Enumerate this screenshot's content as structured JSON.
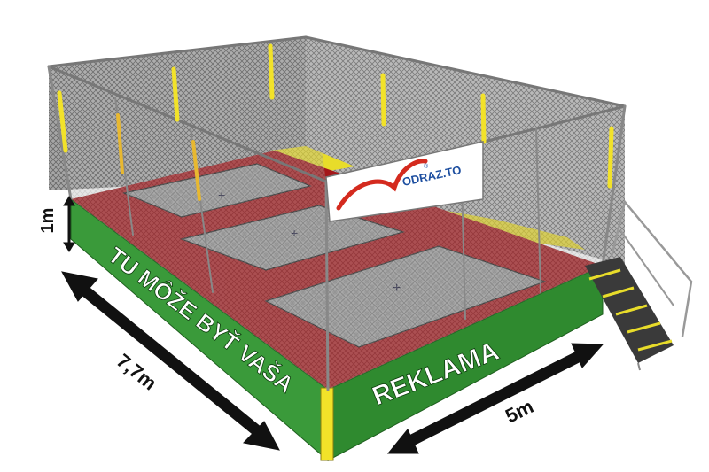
{
  "logo": {
    "text": "ODRAZ.TO",
    "registered": "®"
  },
  "banner_left": "TU MÔŽE BYŤ VAŠA",
  "banner_right": "REKLAMA",
  "dimensions": {
    "height": "1m",
    "length": "7,7m",
    "width": "5m"
  },
  "colors": {
    "base_green": "#3a9a3a",
    "frame_red": "#a4161a",
    "net_gray": "#8c8c8c",
    "bed_gray": "#9a9a9a",
    "pad_yellow": "#f2e229",
    "arrow_black": "#111111",
    "logo_red": "#d42a1e",
    "logo_blue": "#1e4fa0"
  },
  "icons": [
    "double-arrow-icon",
    "registered-mark-icon"
  ]
}
